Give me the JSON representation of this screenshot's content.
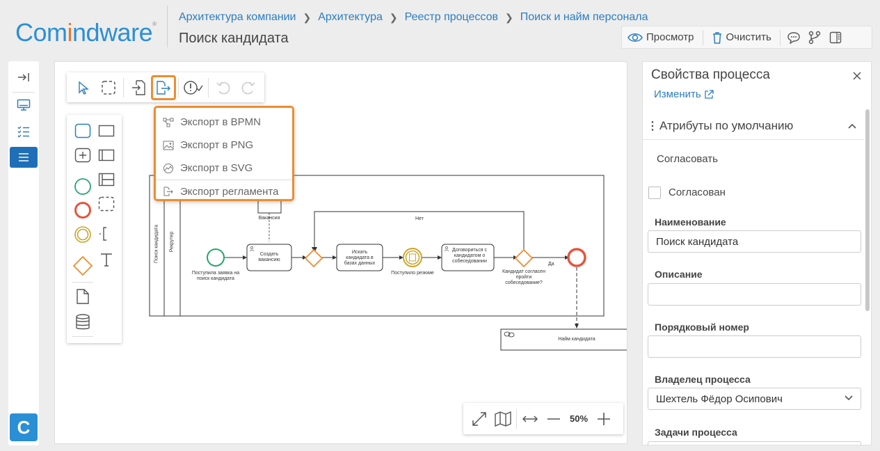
{
  "header": {
    "logo_part1": "Com",
    "logo_part2": "i",
    "logo_part3": "ndware",
    "logo_mark": "®",
    "breadcrumb": [
      "Архитектура компании",
      "Архитектура",
      "Реестр процессов",
      "Поиск и найм персонала"
    ],
    "title": "Поиск кандидата",
    "view_label": "Просмотр",
    "clear_label": "Очистить"
  },
  "export_menu": {
    "items": [
      {
        "label": "Экспорт в BPMN",
        "icon": "bpmn-icon"
      },
      {
        "label": "Экспорт в PNG",
        "icon": "image-icon"
      },
      {
        "label": "Экспорт в SVG",
        "icon": "svg-icon"
      },
      {
        "label": "Экспорт регламента",
        "icon": "export-document-icon"
      }
    ]
  },
  "diagram": {
    "pool_label": "Поиск кандидата",
    "lane_label": "Рекрутер",
    "start_label": "Поступила заявка на поиск кандидата",
    "task1": "Создать вакансию",
    "artifact_label": "Вакансия",
    "task2": "Искать кандидата в базах данных",
    "intermediate_label": "Поступило резюме",
    "task3": "Договориться с кандидатом о собеседовании",
    "gateway_label": "Кандидат согласен пройти собеседование?",
    "no_label": "Нет",
    "yes_label": "Да",
    "subprocess_label": "Найм кандидата"
  },
  "zoom": {
    "value": "50%"
  },
  "panel": {
    "title": "Свойства процесса",
    "edit_link": "Изменить",
    "section": "Атрибуты по умолчанию",
    "approve_label": "Согласовать",
    "approved_label": "Согласован",
    "name_label": "Наименование",
    "name_value": "Поиск кандидата",
    "description_label": "Описание",
    "description_value": "",
    "order_label": "Порядковый номер",
    "order_value": "",
    "owner_label": "Владелец процесса",
    "owner_value": "Шехтель Фёдор Осипович",
    "tasks_label": "Задачи процесса"
  },
  "rail": {
    "logo_letter": "C"
  },
  "colors": {
    "accent_blue": "#1f6fb8",
    "link_blue": "#2b7dc0",
    "highlight_orange": "#ef8c2f",
    "start_green": "#26a56b",
    "end_red": "#e5553d",
    "intermediate_gold": "#c8a62a",
    "gateway_orange": "#ef8c2f"
  }
}
